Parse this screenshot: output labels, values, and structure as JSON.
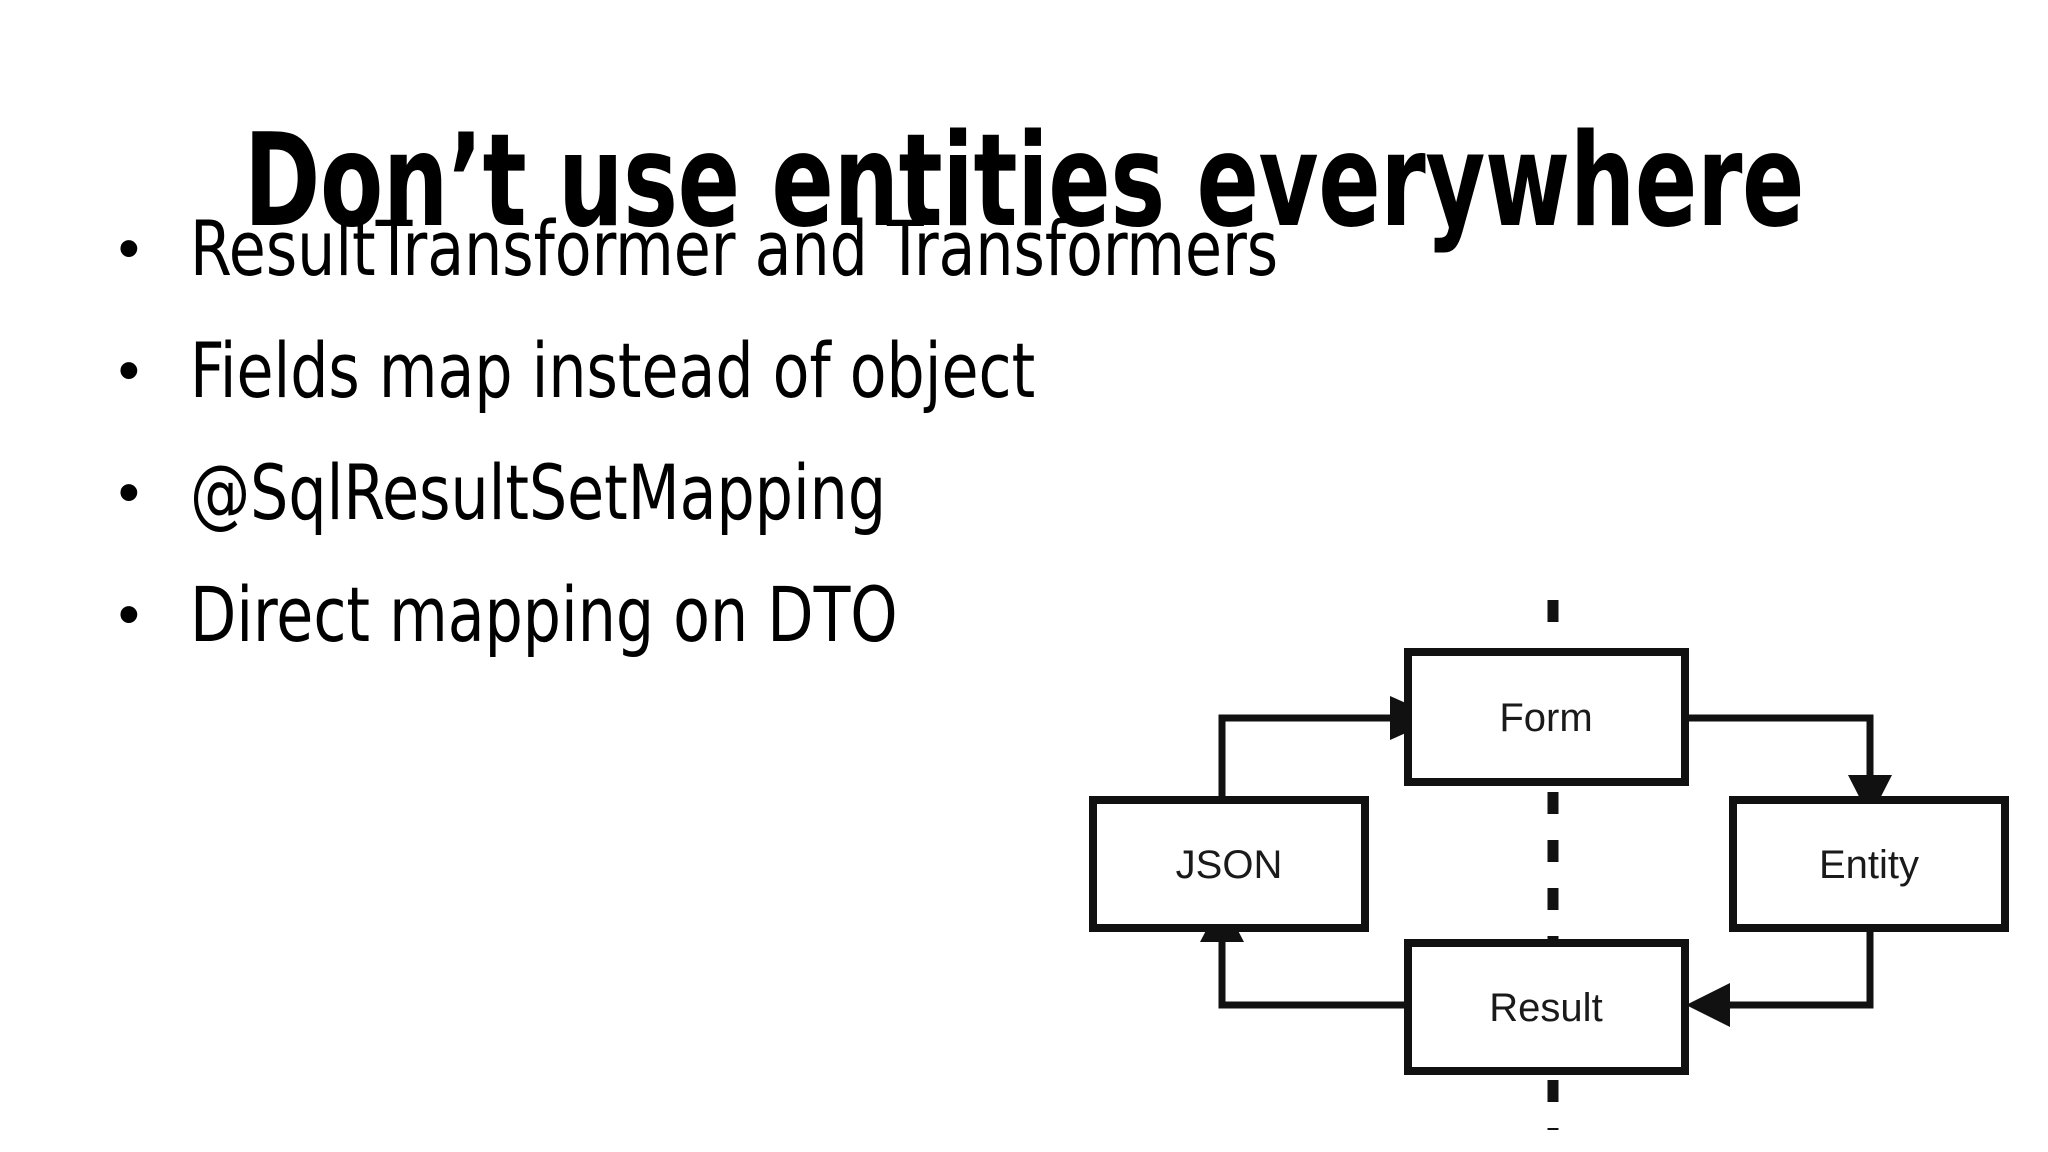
{
  "slide": {
    "title": "Don’t use entities everywhere",
    "background_color": "#ffffff",
    "text_color": "#000000",
    "bullet_marker": "•",
    "bullets": [
      {
        "text": "ResultTransformer and Transformers"
      },
      {
        "text": "Fields map instead of object"
      },
      {
        "text": "@SqlResultSetMapping"
      },
      {
        "text": "Direct mapping on DTO"
      }
    ]
  },
  "diagram": {
    "name": "form-entity-result-json-cycle",
    "style": "scanned line drawing, black on white",
    "divider": {
      "orientation": "vertical",
      "style": "dashed"
    },
    "boxes": [
      {
        "id": "form",
        "label": "Form",
        "position": "top"
      },
      {
        "id": "json",
        "label": "JSON",
        "position": "left"
      },
      {
        "id": "entity",
        "label": "Entity",
        "position": "right"
      },
      {
        "id": "result",
        "label": "Result",
        "position": "bottom"
      }
    ],
    "arrows": [
      {
        "from": "json",
        "to": "form",
        "direction": "right"
      },
      {
        "from": "form",
        "to": "entity",
        "direction": "down"
      },
      {
        "from": "entity",
        "to": "result",
        "direction": "left"
      },
      {
        "from": "result",
        "to": "json",
        "direction": "up"
      }
    ]
  }
}
